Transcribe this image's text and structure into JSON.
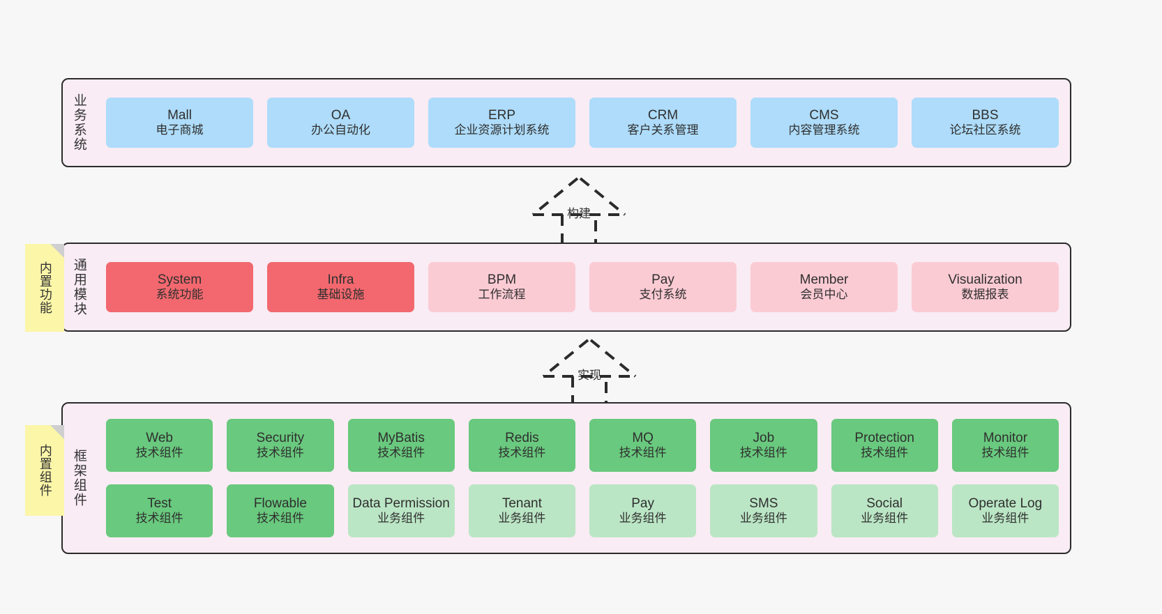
{
  "layers": [
    {
      "id": "business",
      "title": "业务系统",
      "rows": [
        {
          "items": [
            {
              "name": "Mall",
              "desc": "电子商城",
              "color": "blue"
            },
            {
              "name": "OA",
              "desc": "办公自动化",
              "color": "blue"
            },
            {
              "name": "ERP",
              "desc": "企业资源计划系统",
              "color": "blue"
            },
            {
              "name": "CRM",
              "desc": "客户关系管理",
              "color": "blue"
            },
            {
              "name": "CMS",
              "desc": "内容管理系统",
              "color": "blue"
            },
            {
              "name": "BBS",
              "desc": "论坛社区系统",
              "color": "blue"
            }
          ]
        }
      ]
    },
    {
      "id": "common",
      "title": "通用模块",
      "rows": [
        {
          "items": [
            {
              "name": "System",
              "desc": "系统功能",
              "color": "red"
            },
            {
              "name": "Infra",
              "desc": "基础设施",
              "color": "red"
            },
            {
              "name": "BPM",
              "desc": "工作流程",
              "color": "pink"
            },
            {
              "name": "Pay",
              "desc": "支付系统",
              "color": "pink"
            },
            {
              "name": "Member",
              "desc": "会员中心",
              "color": "pink"
            },
            {
              "name": "Visualization",
              "desc": "数据报表",
              "color": "pink"
            }
          ]
        }
      ]
    },
    {
      "id": "framework",
      "title": "框架组件",
      "rows": [
        {
          "items": [
            {
              "name": "Web",
              "desc": "技术组件",
              "color": "green"
            },
            {
              "name": "Security",
              "desc": "技术组件",
              "color": "green"
            },
            {
              "name": "MyBatis",
              "desc": "技术组件",
              "color": "green"
            },
            {
              "name": "Redis",
              "desc": "技术组件",
              "color": "green"
            },
            {
              "name": "MQ",
              "desc": "技术组件",
              "color": "green"
            },
            {
              "name": "Job",
              "desc": "技术组件",
              "color": "green"
            },
            {
              "name": "Protection",
              "desc": "技术组件",
              "color": "green"
            },
            {
              "name": "Monitor",
              "desc": "技术组件",
              "color": "green"
            }
          ]
        },
        {
          "items": [
            {
              "name": "Test",
              "desc": "技术组件",
              "color": "green"
            },
            {
              "name": "Flowable",
              "desc": "技术组件",
              "color": "green"
            },
            {
              "name": "Data Permission",
              "desc": "业务组件",
              "color": "green-light"
            },
            {
              "name": "Tenant",
              "desc": "业务组件",
              "color": "green-light"
            },
            {
              "name": "Pay",
              "desc": "业务组件",
              "color": "green-light"
            },
            {
              "name": "SMS",
              "desc": "业务组件",
              "color": "green-light"
            },
            {
              "name": "Social",
              "desc": "业务组件",
              "color": "green-light"
            },
            {
              "name": "Operate Log",
              "desc": "业务组件",
              "color": "green-light"
            }
          ]
        }
      ]
    }
  ],
  "notes": [
    {
      "id": "builtin-features",
      "label": "内置功能"
    },
    {
      "id": "builtin-components",
      "label": "内置组件"
    }
  ],
  "connectors": [
    {
      "id": "build",
      "label": "构建"
    },
    {
      "id": "implement",
      "label": "实现"
    }
  ],
  "colors": {
    "background": "#f7f7f7",
    "panel": "#f9ecf4",
    "panel_border": "#2b2b2b",
    "blue": "#aedcfa",
    "red": "#f2686e",
    "pink": "#fbcbd4",
    "green": "#69c97e",
    "green_light": "#bbe6c5",
    "note": "#fbf6a8",
    "note_fold": "#cfcfcf",
    "text": "#2f2f2f"
  }
}
